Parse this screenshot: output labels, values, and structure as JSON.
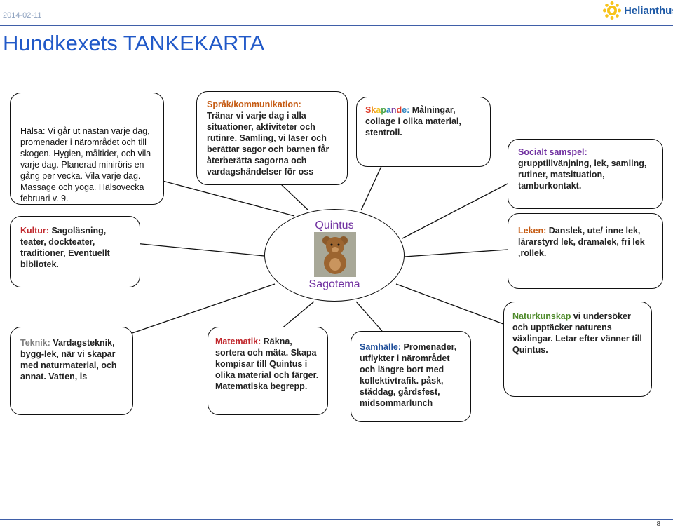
{
  "header": {
    "date": "2014-02-11",
    "logo_text": "Helianthus",
    "title": "Hundkexets TANKEKARTA"
  },
  "boxes": {
    "halsa": {
      "text": "Hälsa: Vi går ut nästan varje dag, promenader i närområdet och till skogen. Hygien, måltider, och vila varje dag. Planerad miniröris en gång per vecka. Vila varje dag. Massage och yoga. Hälsovecka februari v. 9."
    },
    "sprak": {
      "label": "Språk/kommunikation:",
      "text": "Tränar vi varje dag i alla situationer, aktiviteter och rutinre. Samling, vi läser och berättar sagor och barnen får återberätta sagorna och vardagshändelser för oss"
    },
    "skapande": {
      "label_letters": [
        "S",
        "k",
        "a",
        "p",
        "a",
        "n",
        "d",
        "e"
      ],
      "label_colors": [
        "#e0402f",
        "#f29a1f",
        "#f2c21f",
        "#47a447",
        "#2e86c1",
        "#7b3fa0",
        "#e0402f",
        "#2e86c1"
      ],
      "colon": ":",
      "text": "Målningar, collage i olika material, stentroll."
    },
    "socialt": {
      "label": "Socialt samspel:",
      "text": "grupptillvänjning, lek, samling, rutiner, matsituation, tamburkontakt."
    },
    "kultur": {
      "label": "Kultur:",
      "text": "Sagoläsning, teater, dockteater, traditioner, Eventuellt bibliotek."
    },
    "leken": {
      "label": "Leken:",
      "text": "Danslek, ute/ inne lek, lärarstyrd lek, dramalek, fri lek ,rollek."
    },
    "teknik": {
      "label": "Teknik:",
      "text": "Vardagsteknik, bygg-lek, när vi skapar med naturmaterial, och annat. Vatten, is"
    },
    "matematik": {
      "label": "Matematik:",
      "text": "Räkna, sortera och mäta. Skapa kompisar till Quintus i olika material och färger. Matematiska begrepp."
    },
    "samhalle": {
      "label": "Samhälle:",
      "text": "Promenader, utflykter i närområdet och längre bort med kollektivtrafik. påsk, städdag, gårdsfest, midsommarlunch"
    },
    "naturkunskap": {
      "label": "Naturkunskap",
      "text": "vi undersöker och upptäcker naturens växlingar. Letar efter vänner till Quintus."
    }
  },
  "center": {
    "top_label": "Quintus",
    "bottom_label": "Sagotema"
  },
  "colors": {
    "title_blue": "#2159c8",
    "purple": "#7030a0"
  },
  "footer": {
    "page_number": "8"
  }
}
